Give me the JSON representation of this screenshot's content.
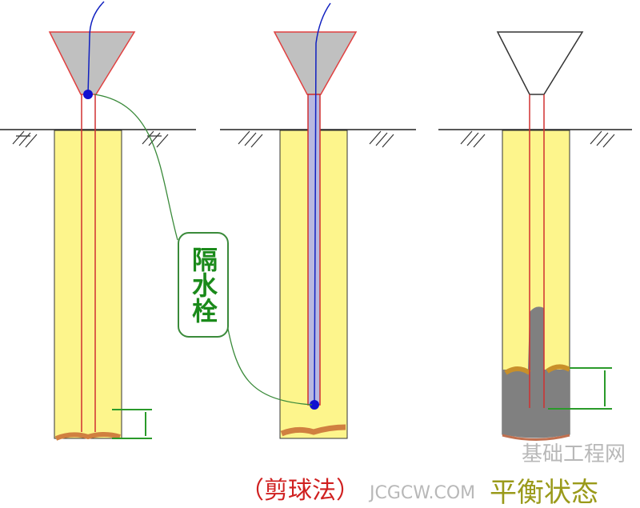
{
  "plug_label": "隔水栓",
  "caption_left": "（剪球法）",
  "caption_right": "平衡状态",
  "watermark": {
    "name": "基础工程网",
    "url": "JCGCW.COM"
  },
  "colors": {
    "pile": "#fdf58c",
    "funnel": "#c0c0c0",
    "tube": "#e03030",
    "concrete": "#808080",
    "leader": "#3a8a3a",
    "plug": "#1010d0"
  }
}
